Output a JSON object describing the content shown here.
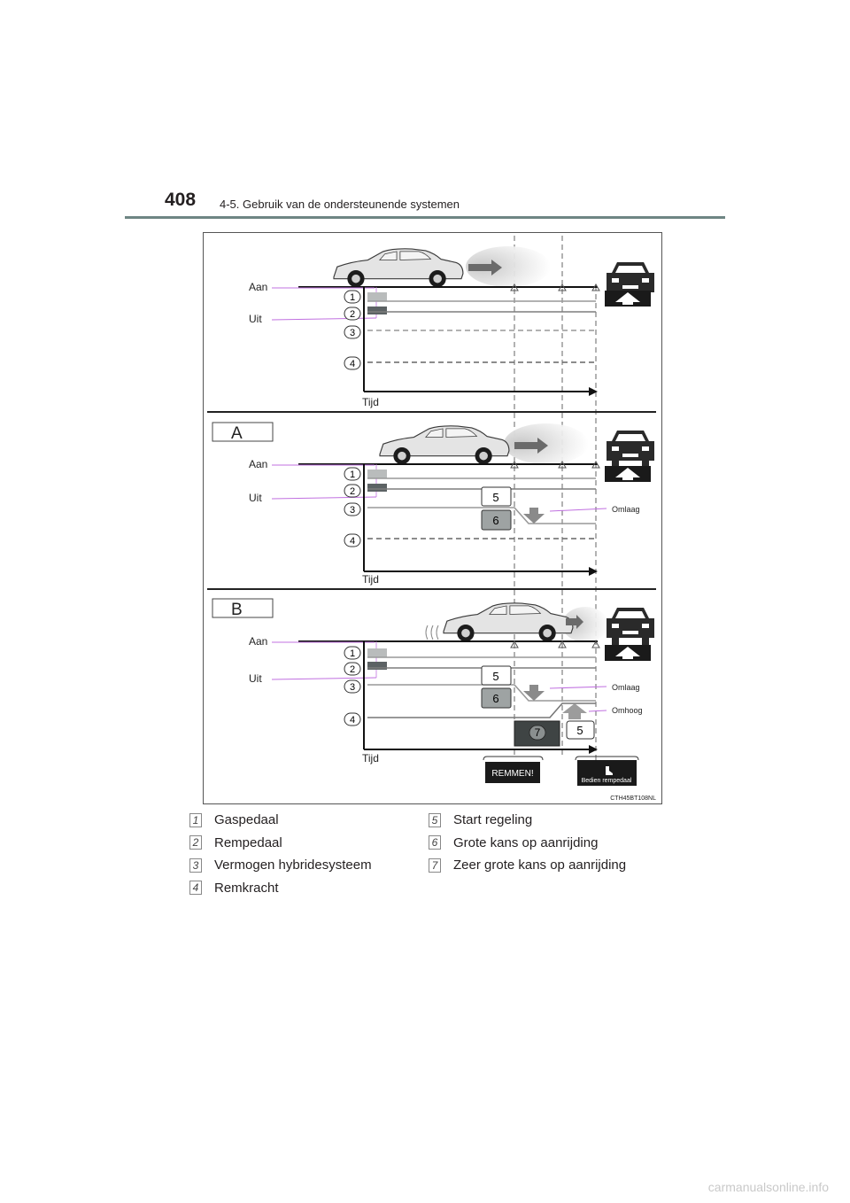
{
  "header": {
    "page_number": "408",
    "chapter": "4-5. Gebruik van de ondersteunende systemen"
  },
  "figure": {
    "code": "CTH45BT108NL",
    "axis_on": "Aan",
    "axis_off": "Uit",
    "axis_time": "Tijd",
    "panel_a_label": "A",
    "panel_b_label": "B",
    "down_label": "Omlaag",
    "up_label": "Omhoog",
    "brake_warning": "REMMEN!",
    "pedal_warning": "Bedien rempedaal",
    "markers": [
      "1",
      "2",
      "3",
      "4",
      "5",
      "6",
      "7"
    ]
  },
  "legend": {
    "left": [
      {
        "num": "1",
        "label": "Gaspedaal"
      },
      {
        "num": "2",
        "label": "Rempedaal"
      },
      {
        "num": "3",
        "label": "Vermogen hybridesysteem"
      },
      {
        "num": "4",
        "label": "Remkracht"
      }
    ],
    "right": [
      {
        "num": "5",
        "label": "Start regeling"
      },
      {
        "num": "6",
        "label": "Grote kans op aanrijding"
      },
      {
        "num": "7",
        "label": "Zeer grote kans op aanrijding"
      }
    ]
  },
  "watermark": "carmanualsonline.info"
}
